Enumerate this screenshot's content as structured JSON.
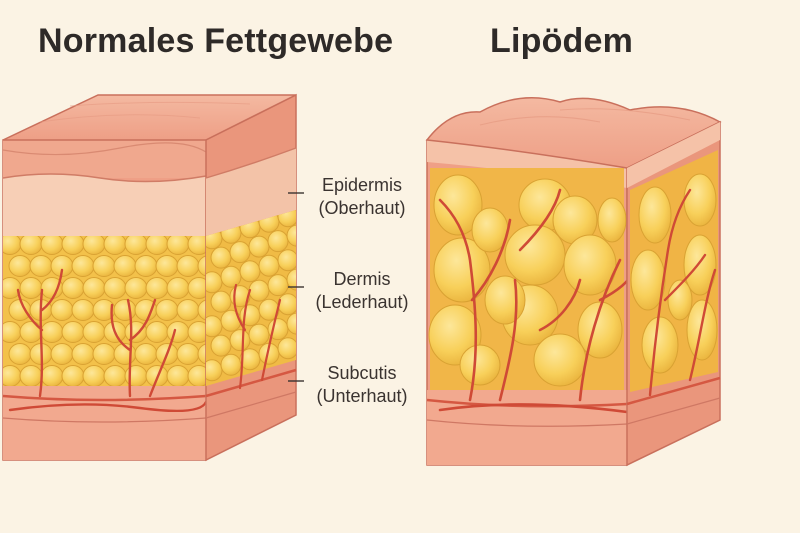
{
  "titles": {
    "normal": "Normales Fettgewebe",
    "lipedema": "Lipödem"
  },
  "layers": [
    {
      "name": "Epidermis",
      "sub": "(Oberhaut)"
    },
    {
      "name": "Dermis",
      "sub": "(Lederhaut)"
    },
    {
      "name": "Subcutis",
      "sub": "(Unterhaut)"
    }
  ],
  "colors": {
    "background": "#fbf3e4",
    "skin": "#f3b39a",
    "dermis": "#f6cbb2",
    "fat": "#f8cf55",
    "vessel": "#d9533e"
  }
}
